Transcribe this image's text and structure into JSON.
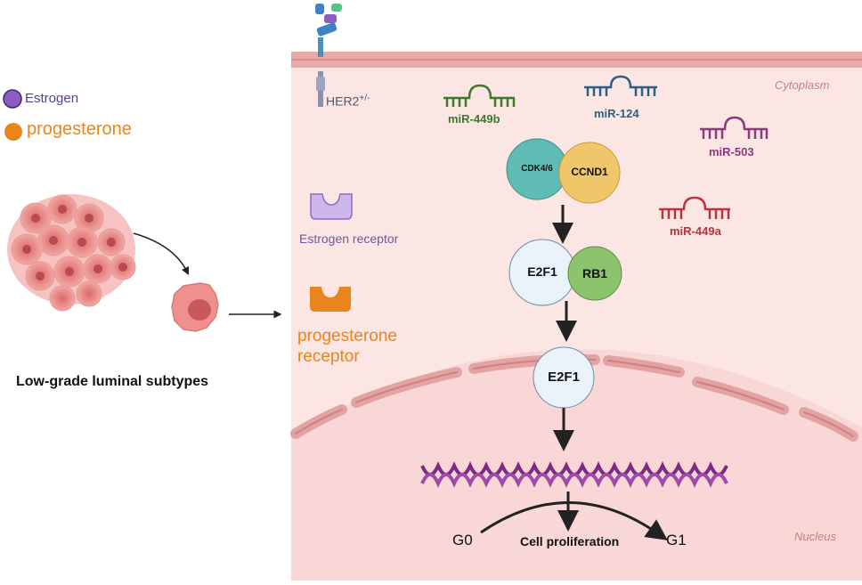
{
  "legend": {
    "estrogen": "Estrogen",
    "progesterone": "progesterone"
  },
  "subtype_label": "Low-grade luminal subtypes",
  "receptors": {
    "her2": "HER2",
    "her2_sup": "+/-",
    "estrogen_receptor": "Estrogen receptor",
    "progesterone_receptor": "progesterone receptor"
  },
  "compartments": {
    "cytoplasm": "Cytoplasm",
    "nucleus": "Nucleus"
  },
  "mirnas": {
    "mir449b": "miR-449b",
    "mir124": "miR-124",
    "mir503": "miR-503",
    "mir449a": "miR-449a"
  },
  "nodes": {
    "cdk46": "CDK4/6",
    "ccnd1": "CCND1",
    "e2f1_complex": "E2F1",
    "rb1": "RB1",
    "e2f1_free": "E2F1"
  },
  "cell_cycle": {
    "g0": "G0",
    "g1": "G1",
    "proliferation": "Cell proliferation"
  },
  "colors": {
    "cell_bg": "#fbe5e3",
    "membrane": "#e4a5a5",
    "estrogen": "#8e5cc0",
    "progesterone": "#e8851c",
    "cdk": "#5fbcb4",
    "ccnd1": "#f0c66a",
    "rb1": "#8cc46e",
    "e2f1": "#eaf3fa",
    "mir449b": "#3a7a2a",
    "mir124": "#2a5f8a",
    "mir503": "#8a3a7a",
    "mir449a": "#b8333b",
    "dna": "#7b2a86"
  }
}
